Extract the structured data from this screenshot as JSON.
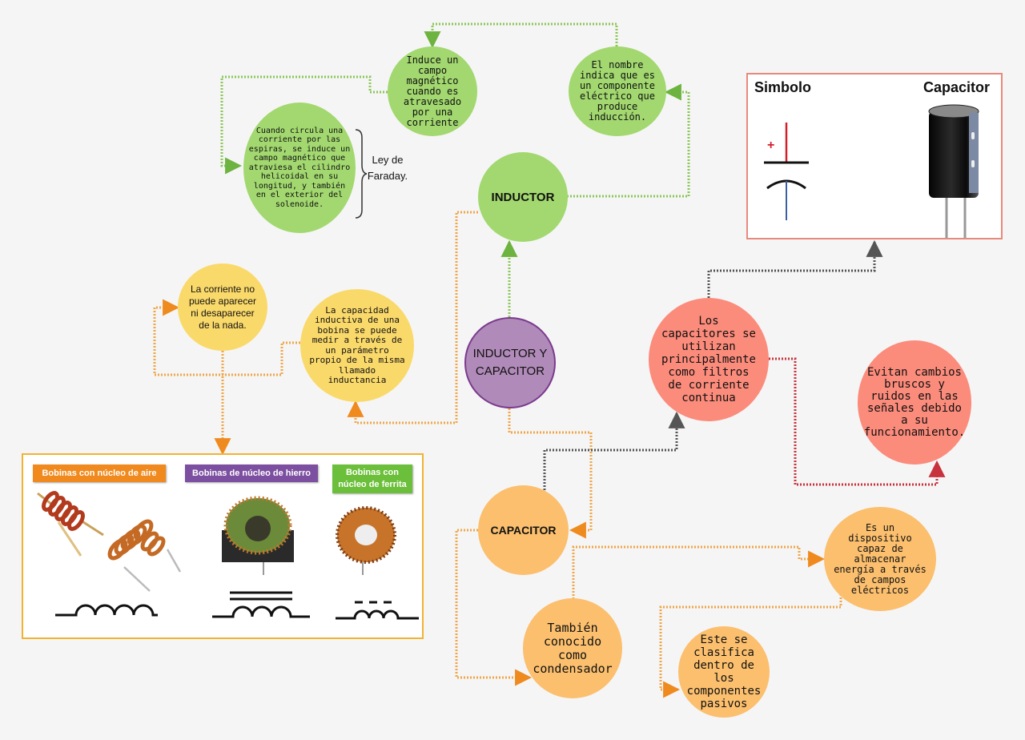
{
  "center": "INDUCTOR Y CAPACITOR",
  "inductor": {
    "title": "INDUCTOR",
    "name_meaning": "El nombre indica que es un componente eléctrico que produce inducción.",
    "magnetic_field": "Induce un campo magnético cuando es atravesado por una corriente",
    "solenoid": "Cuando circula una corriente por las espiras, se induce un campo magnético que atraviesa el cilindro helicoidal en su longitud, y también en el exterior del solenoide.",
    "faraday_label": "Ley de Faraday.",
    "inductance": "La capacidad inductiva de una bobina se puede medir a través de un parámetro propio de la misma llamado inductancia",
    "current": "La corriente no puede aparecer ni desaparecer de la nada.",
    "coil_types": [
      "Bobinas con núcleo de aire",
      "Bobinas de núcleo de hierro",
      "Bobinas con núcleo de ferrita"
    ]
  },
  "capacitor": {
    "title": "CAPACITOR",
    "filters": "Los capacitores se utilizan principalmente como filtros de corriente continua",
    "noise": "Evitan cambios bruscos y ruidos en las señales debido a su funcionamiento.",
    "storage": "Es un dispositivo capaz de almacenar energía a través de campos eléctricos",
    "alias": "También conocido como condensador",
    "passive": "Este se clasifica dentro de los componentes pasivos",
    "symbol_label": "Simbolo",
    "photo_label": "Capacitor",
    "plus_sign": "+"
  },
  "colors": {
    "green": "#a2d86f",
    "yellow": "#fad96b",
    "orange": "#fbbf6e",
    "salmon": "#fb8b7b",
    "purple": "#b08ab8",
    "tag_air": "#f08a1e",
    "tag_iron": "#7c4fa0",
    "tag_ferrite": "#6cbf3a"
  }
}
